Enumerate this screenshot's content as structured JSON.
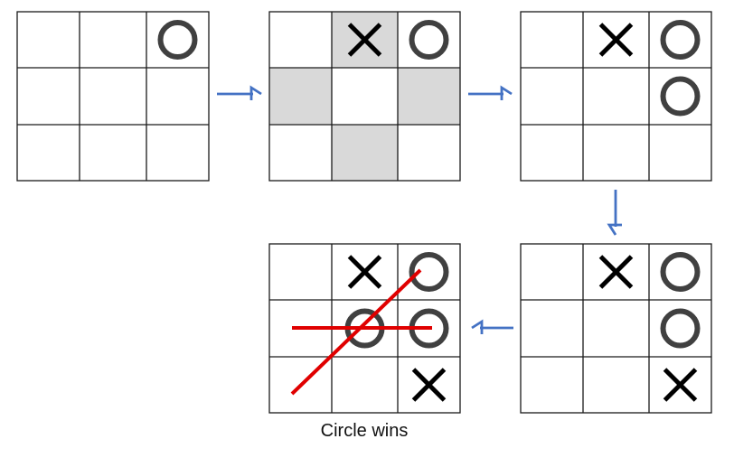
{
  "colors": {
    "grid_line": "#1a1a1a",
    "highlight_fill": "#d9d9d9",
    "circle_mark": "#404040",
    "cross_mark": "#000000",
    "arrow": "#4472c4",
    "win_line": "#e00000"
  },
  "boards": [
    {
      "id": "board-1",
      "cells": [
        "",
        "",
        "O",
        "",
        "",
        "",
        "",
        "",
        ""
      ],
      "highlight": []
    },
    {
      "id": "board-2",
      "cells": [
        "",
        "X",
        "O",
        "",
        "",
        "",
        "",
        "",
        ""
      ],
      "highlight": [
        1,
        3,
        5,
        7
      ]
    },
    {
      "id": "board-3",
      "cells": [
        "",
        "X",
        "O",
        "",
        "",
        "O",
        "",
        "",
        ""
      ],
      "highlight": []
    },
    {
      "id": "board-4",
      "cells": [
        "",
        "X",
        "O",
        "",
        "",
        "O",
        "",
        "",
        "X"
      ],
      "highlight": []
    },
    {
      "id": "board-5",
      "cells": [
        "",
        "X",
        "O",
        "",
        "O",
        "O",
        "",
        "",
        "X"
      ],
      "highlight": []
    }
  ],
  "win_lines": [
    {
      "board": "board-5",
      "kind": "middle-row"
    },
    {
      "board": "board-5",
      "kind": "anti-diagonal"
    }
  ],
  "flow": [
    {
      "from": "board-1",
      "to": "board-2",
      "direction": "right"
    },
    {
      "from": "board-2",
      "to": "board-3",
      "direction": "right"
    },
    {
      "from": "board-3",
      "to": "board-4",
      "direction": "down"
    },
    {
      "from": "board-4",
      "to": "board-5",
      "direction": "left"
    }
  ],
  "caption": "Circle wins"
}
